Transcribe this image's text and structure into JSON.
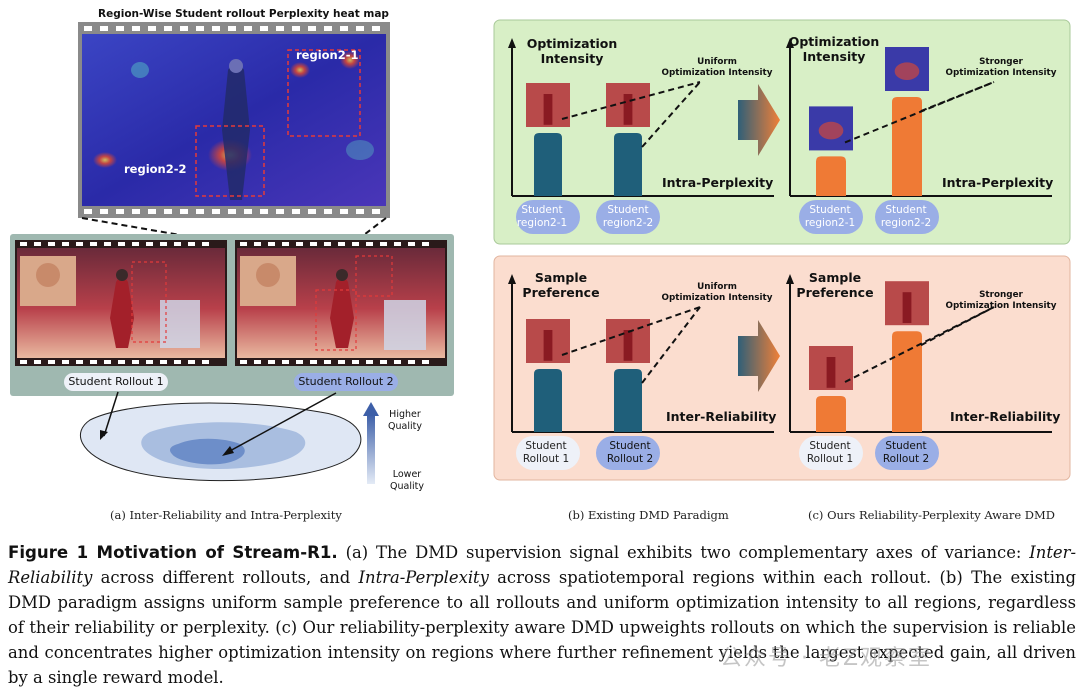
{
  "panel_a": {
    "heatmap_title": "Region-Wise Student rollout Perplexity heat map",
    "region_1_label": "region2-1",
    "region_2_label": "region2-2",
    "rollout_1_label": "Student Rollout 1",
    "rollout_2_label": "Student Rollout 2",
    "quality_high": [
      "Higher",
      "Quality"
    ],
    "quality_low": [
      "Lower",
      "Quality"
    ]
  },
  "panel_b_top": {
    "ylabel": [
      "Optimization",
      "Intensity"
    ],
    "annotation": [
      "Uniform",
      "Optimization Intensity"
    ],
    "xlabel": "Intra-Perplexity",
    "bars": [
      {
        "label": [
          "Student",
          "region2-1"
        ],
        "value": 0.35
      },
      {
        "label": [
          "Student",
          "region2-2"
        ],
        "value": 0.35
      }
    ]
  },
  "panel_c_top": {
    "ylabel": [
      "Optimization",
      "Intensity"
    ],
    "annotation": [
      "Stronger",
      "Optimization Intensity"
    ],
    "xlabel": "Intra-Perplexity",
    "bars": [
      {
        "label": [
          "Student",
          "region2-1"
        ],
        "value": 0.22
      },
      {
        "label": [
          "Student",
          "region2-2"
        ],
        "value": 0.55
      }
    ]
  },
  "panel_b_bottom": {
    "ylabel": [
      "Sample",
      "Preference"
    ],
    "annotation": [
      "Uniform",
      "Optimization Intensity"
    ],
    "xlabel": "Inter-Reliability",
    "bars": [
      {
        "label": [
          "Student",
          "Rollout 1"
        ],
        "value": 0.35
      },
      {
        "label": [
          "Student",
          "Rollout 2"
        ],
        "value": 0.35
      }
    ]
  },
  "panel_c_bottom": {
    "ylabel": [
      "Sample",
      "Preference"
    ],
    "annotation": [
      "Stronger",
      "Optimization Intensity"
    ],
    "xlabel": "Inter-Reliability",
    "bars": [
      {
        "label": [
          "Student",
          "Rollout 1"
        ],
        "value": 0.2
      },
      {
        "label": [
          "Student",
          "Rollout 2"
        ],
        "value": 0.56
      }
    ]
  },
  "subcaptions": {
    "a": "(a) Inter-Reliability and Intra-Perplexity",
    "b": "(b) Existing DMD Paradigm",
    "c": "(c) Ours Reliability-Perplexity Aware DMD"
  },
  "caption": {
    "label": "Figure 1  Motivation of Stream-R1.",
    "part1": " (a) The DMD supervision signal exhibits two complementary axes of variance: ",
    "term1": "Inter-Reliability",
    "part2": " across different rollouts, and ",
    "term2": "Intra-Perplexity",
    "part3": " across spatiotemporal regions within each rollout. (b) The existing DMD paradigm assigns uniform sample preference to all rollouts and uniform optimization intensity to all regions, regardless of their reliability or perplexity. (c) Our reliability-perplexity aware DMD upweights rollouts on which the supervision is reliable and concentrates higher optimization intensity on regions where further refinement yields the largest expected gain, all driven by a single reward model."
  },
  "watermark": "公众号 · 老Z观察室",
  "colors": {
    "existing_bar": "#1f5f7a",
    "ours_bar": "#ef7a35",
    "top_panel_bg": "#d8efc6",
    "bottom_panel_bg": "#fbddcf",
    "pill_bg": "#9aaee6",
    "film_frame": "#9fb8b0"
  }
}
